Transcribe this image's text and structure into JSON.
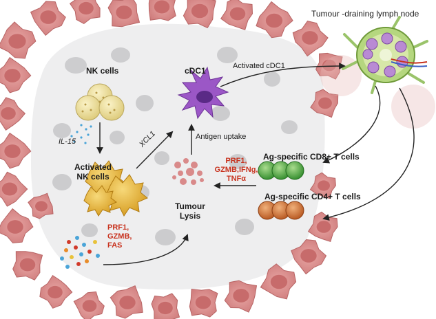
{
  "labels": {
    "lymph_node": "Tumour -draining lymph node",
    "nk_cells": "NK cells",
    "il15": "IL-15",
    "activated_nk_line1": "Activated",
    "activated_nk_line2": "NK cells",
    "cdc1": "cDC1",
    "activated_cdc1": "Activated cDC1",
    "xcl1": "XCL1",
    "antigen_uptake": "Antigen uptake",
    "cd8": "Ag-specific CD8+ T cells",
    "cd4": "Ag-specific CD4+ T cells",
    "cytokines_t": [
      "PRF1,",
      "GZMB,IFNg,",
      "TNFα"
    ],
    "cytokines_nk": [
      "PRF1,",
      "GZMB,",
      "FAS"
    ],
    "tumour_lysis_line1": "Tumour",
    "tumour_lysis_line2": "Lysis"
  },
  "colors": {
    "tumour_cell": "#d98a8a",
    "tumour_core": "#c76b6b",
    "interior": "#eeeeef",
    "nk_cell": "#ecdf9e",
    "activated_nk": "#e7b93b",
    "cdc1": "#9b57c6",
    "cd8": "#3fa236",
    "cd4": "#d26a2c",
    "effector_text": "#c8321e",
    "lymph_node": "#9ac36a"
  },
  "icons": [
    "tumour-cell-icon",
    "nk-cell-icon",
    "activated-nk-cell-icon",
    "dendritic-cell-icon",
    "t-cell-icon",
    "lymph-node-icon",
    "cytokine-dots-icon"
  ]
}
